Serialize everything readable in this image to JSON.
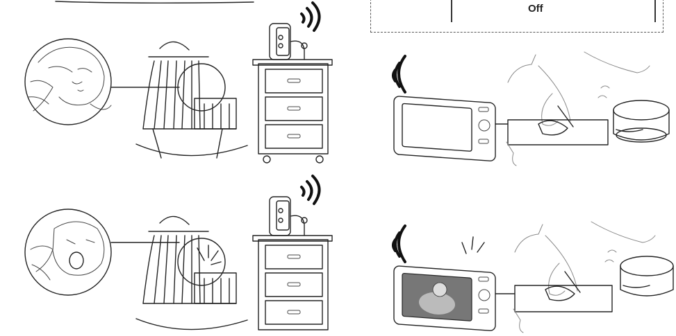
{
  "settings_row": {
    "value_label": "Off"
  },
  "scenes": {
    "top_left": "sleeping-baby-crib-scene",
    "top_right": "monitor-silent-kitchen-scene",
    "bottom_left": "crying-baby-crib-scene",
    "bottom_right": "monitor-active-kitchen-scene"
  },
  "colors": {
    "line": "#222222",
    "monitor_screen_active": "#777777",
    "monitor_screen_off": "#ffffff"
  },
  "icons": [
    "wireless-signal-icon",
    "sound-burst-icon"
  ]
}
